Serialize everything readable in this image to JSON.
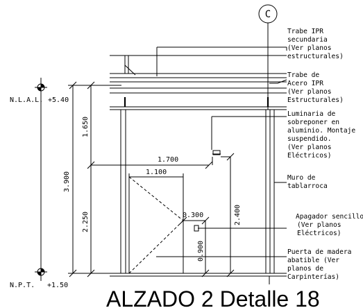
{
  "title": "ALZADO 2 Detalle 18",
  "axis_marker": "C",
  "levels": {
    "nlal_label": "N.L.A.L.",
    "nlal_value": "+5.40",
    "npt_label": "N.P.T.",
    "npt_value": "+1.50"
  },
  "dimensions": {
    "total_height": "3.900",
    "upper_height": "1.650",
    "lower_height": "2.250",
    "width_1700": "1.700",
    "width_1100": "1.100",
    "offset_0300": "0.300",
    "height_2400": "2.400",
    "height_0900": "0.900"
  },
  "notes": {
    "trabe_secundaria": [
      "Trabe IPR",
      "secundaria",
      "(Ver planos",
      "estructurales)"
    ],
    "trabe_acero": [
      "Trabe de",
      "Acero IPR",
      "(Ver planos",
      "Estructurales)"
    ],
    "luminaria": [
      "Luminaria de",
      "sobreponer en",
      "aluminio. Montaje",
      "suspendido.",
      "(Ver planos",
      "Eléctricos)"
    ],
    "muro": [
      "Muro de",
      "tablarroca"
    ],
    "apagador": [
      "Apagador sencillo",
      "(Ver planos",
      "Eléctricos)"
    ],
    "puerta": [
      "Puerta de madera",
      "abatible (Ver",
      "planos de",
      "Carpinterías)"
    ]
  }
}
